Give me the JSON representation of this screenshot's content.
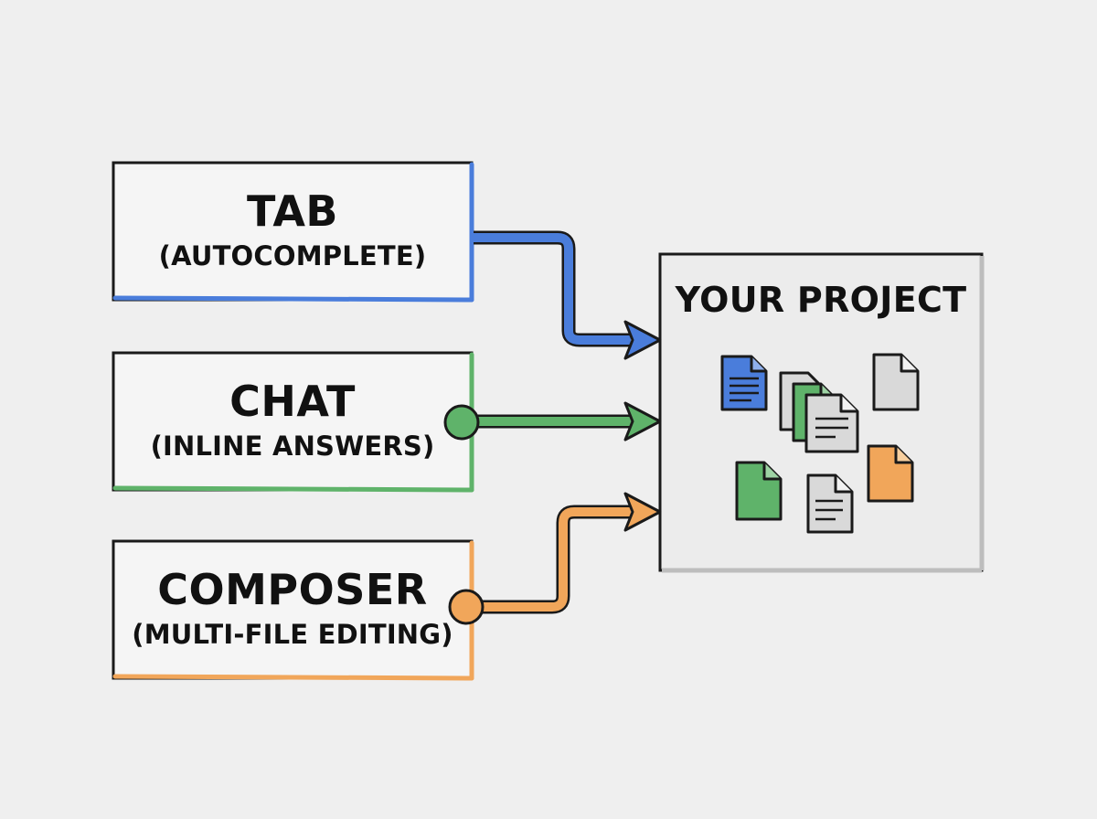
{
  "boxes": {
    "tab": {
      "title": "TAB",
      "subtitle": "(AUTOCOMPLETE)",
      "accent": "#4a7ddb"
    },
    "chat": {
      "title": "CHAT",
      "subtitle": "(INLINE ANSWERS)",
      "accent": "#5fb36a"
    },
    "composer": {
      "title": "COMPOSER",
      "subtitle": "(MULTI-FILE EDITING)",
      "accent": "#f1a65a"
    }
  },
  "project": {
    "title": "YOUR PROJECT",
    "file_icons": [
      "blue-document-icon",
      "stacked-documents-icon",
      "gray-document-icon",
      "green-document-icon",
      "gray-document-icon",
      "orange-document-icon"
    ]
  },
  "colors": {
    "background": "#efefef",
    "outline": "#1a1a1a",
    "gray_file": "#d9d9d9",
    "blue": "#4a7ddb",
    "green": "#5fb36a",
    "orange": "#f1a65a"
  }
}
